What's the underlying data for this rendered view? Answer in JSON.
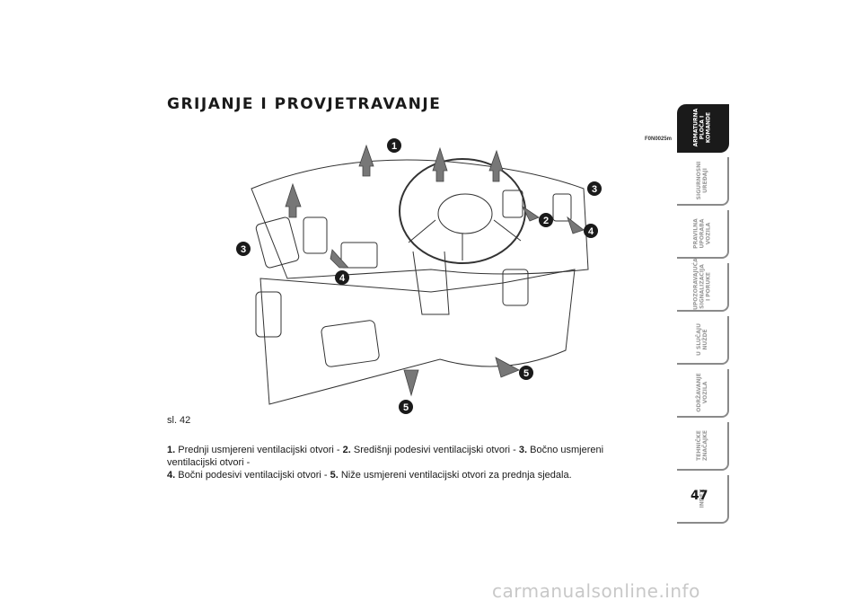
{
  "heading": "GRIJANJE I PROVJETRAVANJE",
  "figure_code": "F0N0025m",
  "figure_label": "sl. 42",
  "callouts": [
    "1",
    "2",
    "3",
    "3",
    "4",
    "4",
    "5",
    "5"
  ],
  "caption": {
    "n1": "1.",
    "t1": " Prednji usmjereni ventilacijski otvori - ",
    "n2": "2.",
    "t2": " Središnji podesivi ventilacijski otvori - ",
    "n3": "3.",
    "t3": " Bočno usmjereni ventilacijski otvori -",
    "n4": "4.",
    "t4": " Bočni podesivi ventilacijski otvori - ",
    "n5": "5.",
    "t5": " Niže usmjereni ventilacijski otvori za prednja sjedala."
  },
  "sidebar": {
    "tabs": [
      {
        "label": "ARMATURNA PLOČA I KOMANDE",
        "active": true
      },
      {
        "label": "SIGURNOSNI UREĐAJI",
        "active": false
      },
      {
        "label": "PRAVILNA UPORABA VOZILA",
        "active": false
      },
      {
        "label": "UPOZORAVAJUĆA SIGNALIZACIJA I PORUKE",
        "active": false
      },
      {
        "label": "U SLUČAJU NUŽDE",
        "active": false
      },
      {
        "label": "ODRŽAVANJE VOZILA",
        "active": false
      },
      {
        "label": "TEHNIČKE ZNAČAJKE",
        "active": false
      },
      {
        "label": "INDEX",
        "active": false
      }
    ]
  },
  "page_number": "47",
  "watermark": "carmanualsonline.info"
}
